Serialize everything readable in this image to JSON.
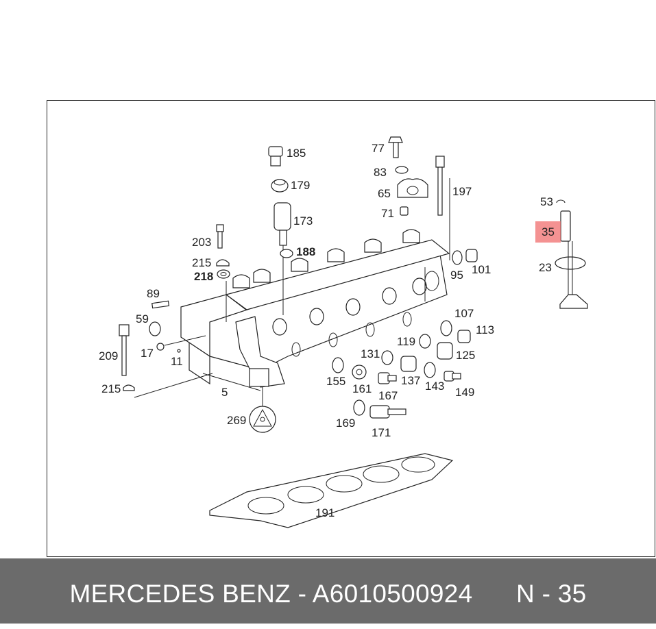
{
  "diagram": {
    "part_labels": {
      "p185": "185",
      "p179": "179",
      "p173": "173",
      "p188": "188",
      "p203": "203",
      "p215a": "215",
      "p218": "218",
      "p89": "89",
      "p59": "59",
      "p17": "17",
      "p11": "11",
      "p209": "209",
      "p215b": "215",
      "p5": "5",
      "p269": "269",
      "p77": "77",
      "p83": "83",
      "p65": "65",
      "p71": "71",
      "p197": "197",
      "p95": "95",
      "p101": "101",
      "p107": "107",
      "p113": "113",
      "p119": "119",
      "p125": "125",
      "p131": "131",
      "p155": "155",
      "p161": "161",
      "p167": "167",
      "p137": "137",
      "p143": "143",
      "p149": "149",
      "p169": "169",
      "p171": "171",
      "p191": "191",
      "p53": "53",
      "p35": "35",
      "p23": "23"
    },
    "highlight_color": "#f06e6e"
  },
  "footer": {
    "text": "MERCEDES BENZ - A6010500924      N - 35",
    "background_color": "#6b6b6b"
  }
}
